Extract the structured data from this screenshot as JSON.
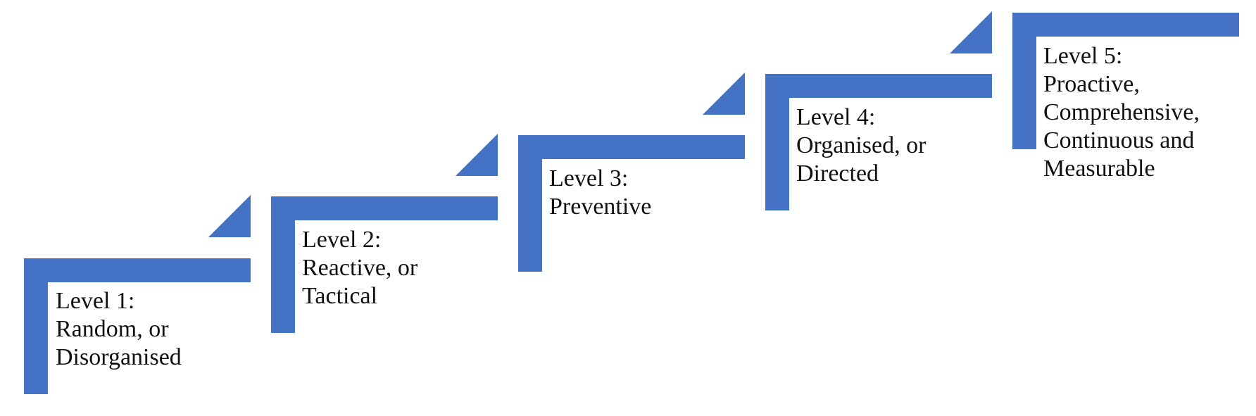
{
  "diagram": {
    "accent_color": "#4472C4",
    "steps": [
      {
        "lines": [
          "Level 1:",
          "Random, or",
          "Disorganised"
        ]
      },
      {
        "lines": [
          "Level 2:",
          "Reactive, or",
          "Tactical"
        ]
      },
      {
        "lines": [
          "Level 3:",
          "Preventive"
        ]
      },
      {
        "lines": [
          "Level 4:",
          "Organised, or",
          "Directed"
        ]
      },
      {
        "lines": [
          "Level 5:",
          "Proactive,",
          "Comprehensive,",
          "Continuous and",
          "Measurable"
        ]
      }
    ]
  }
}
